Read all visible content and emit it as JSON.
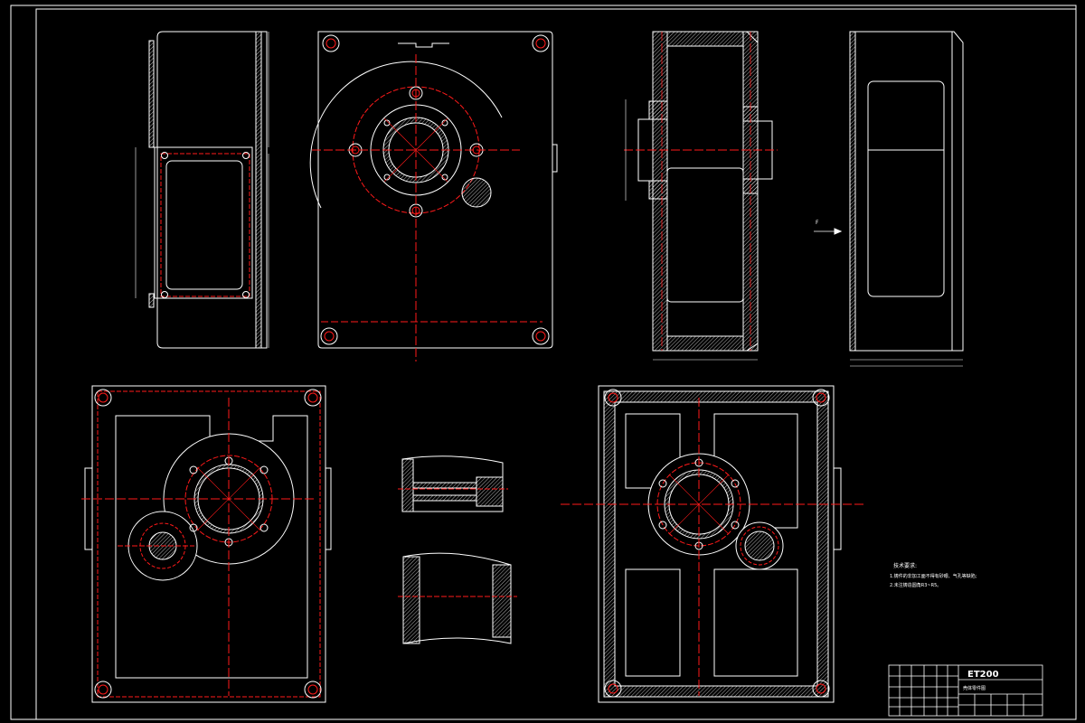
{
  "drawing": {
    "colors": {
      "background": "#000000",
      "outline": "#ffffff",
      "centerline": "#ff1a1a",
      "hatch": "#ffffff"
    },
    "tech_requirements": {
      "title": "技术要求:",
      "items": [
        "1.铸件的非加工面不得有砂眼、气孔等缺陷;",
        "2.未注铸造圆角R3~R5。"
      ]
    },
    "title_block": {
      "code": "ET200",
      "name": "壳体零件图"
    },
    "arrow_label": "F"
  }
}
